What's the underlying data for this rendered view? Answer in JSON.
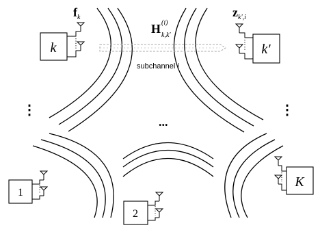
{
  "nodes": {
    "k": "k",
    "k_prime": "k'",
    "one": "1",
    "two": "2",
    "K": "K"
  },
  "labels": {
    "precoder_base": "f",
    "precoder_sub": "k",
    "noise_base": "z",
    "noise_sub": "k',i",
    "channel_base": "H",
    "channel_sup": "(i)",
    "channel_sub": "k,k'",
    "subchannel_prefix": "subchannel ",
    "subchannel_index": "i"
  },
  "ellipses": {
    "top_center": "...",
    "left_vertical": "⋮",
    "right_vertical": "⋮"
  },
  "colors": {
    "stroke": "#000000",
    "channel_arrow": "#a8a8a8",
    "background": "#ffffff"
  }
}
